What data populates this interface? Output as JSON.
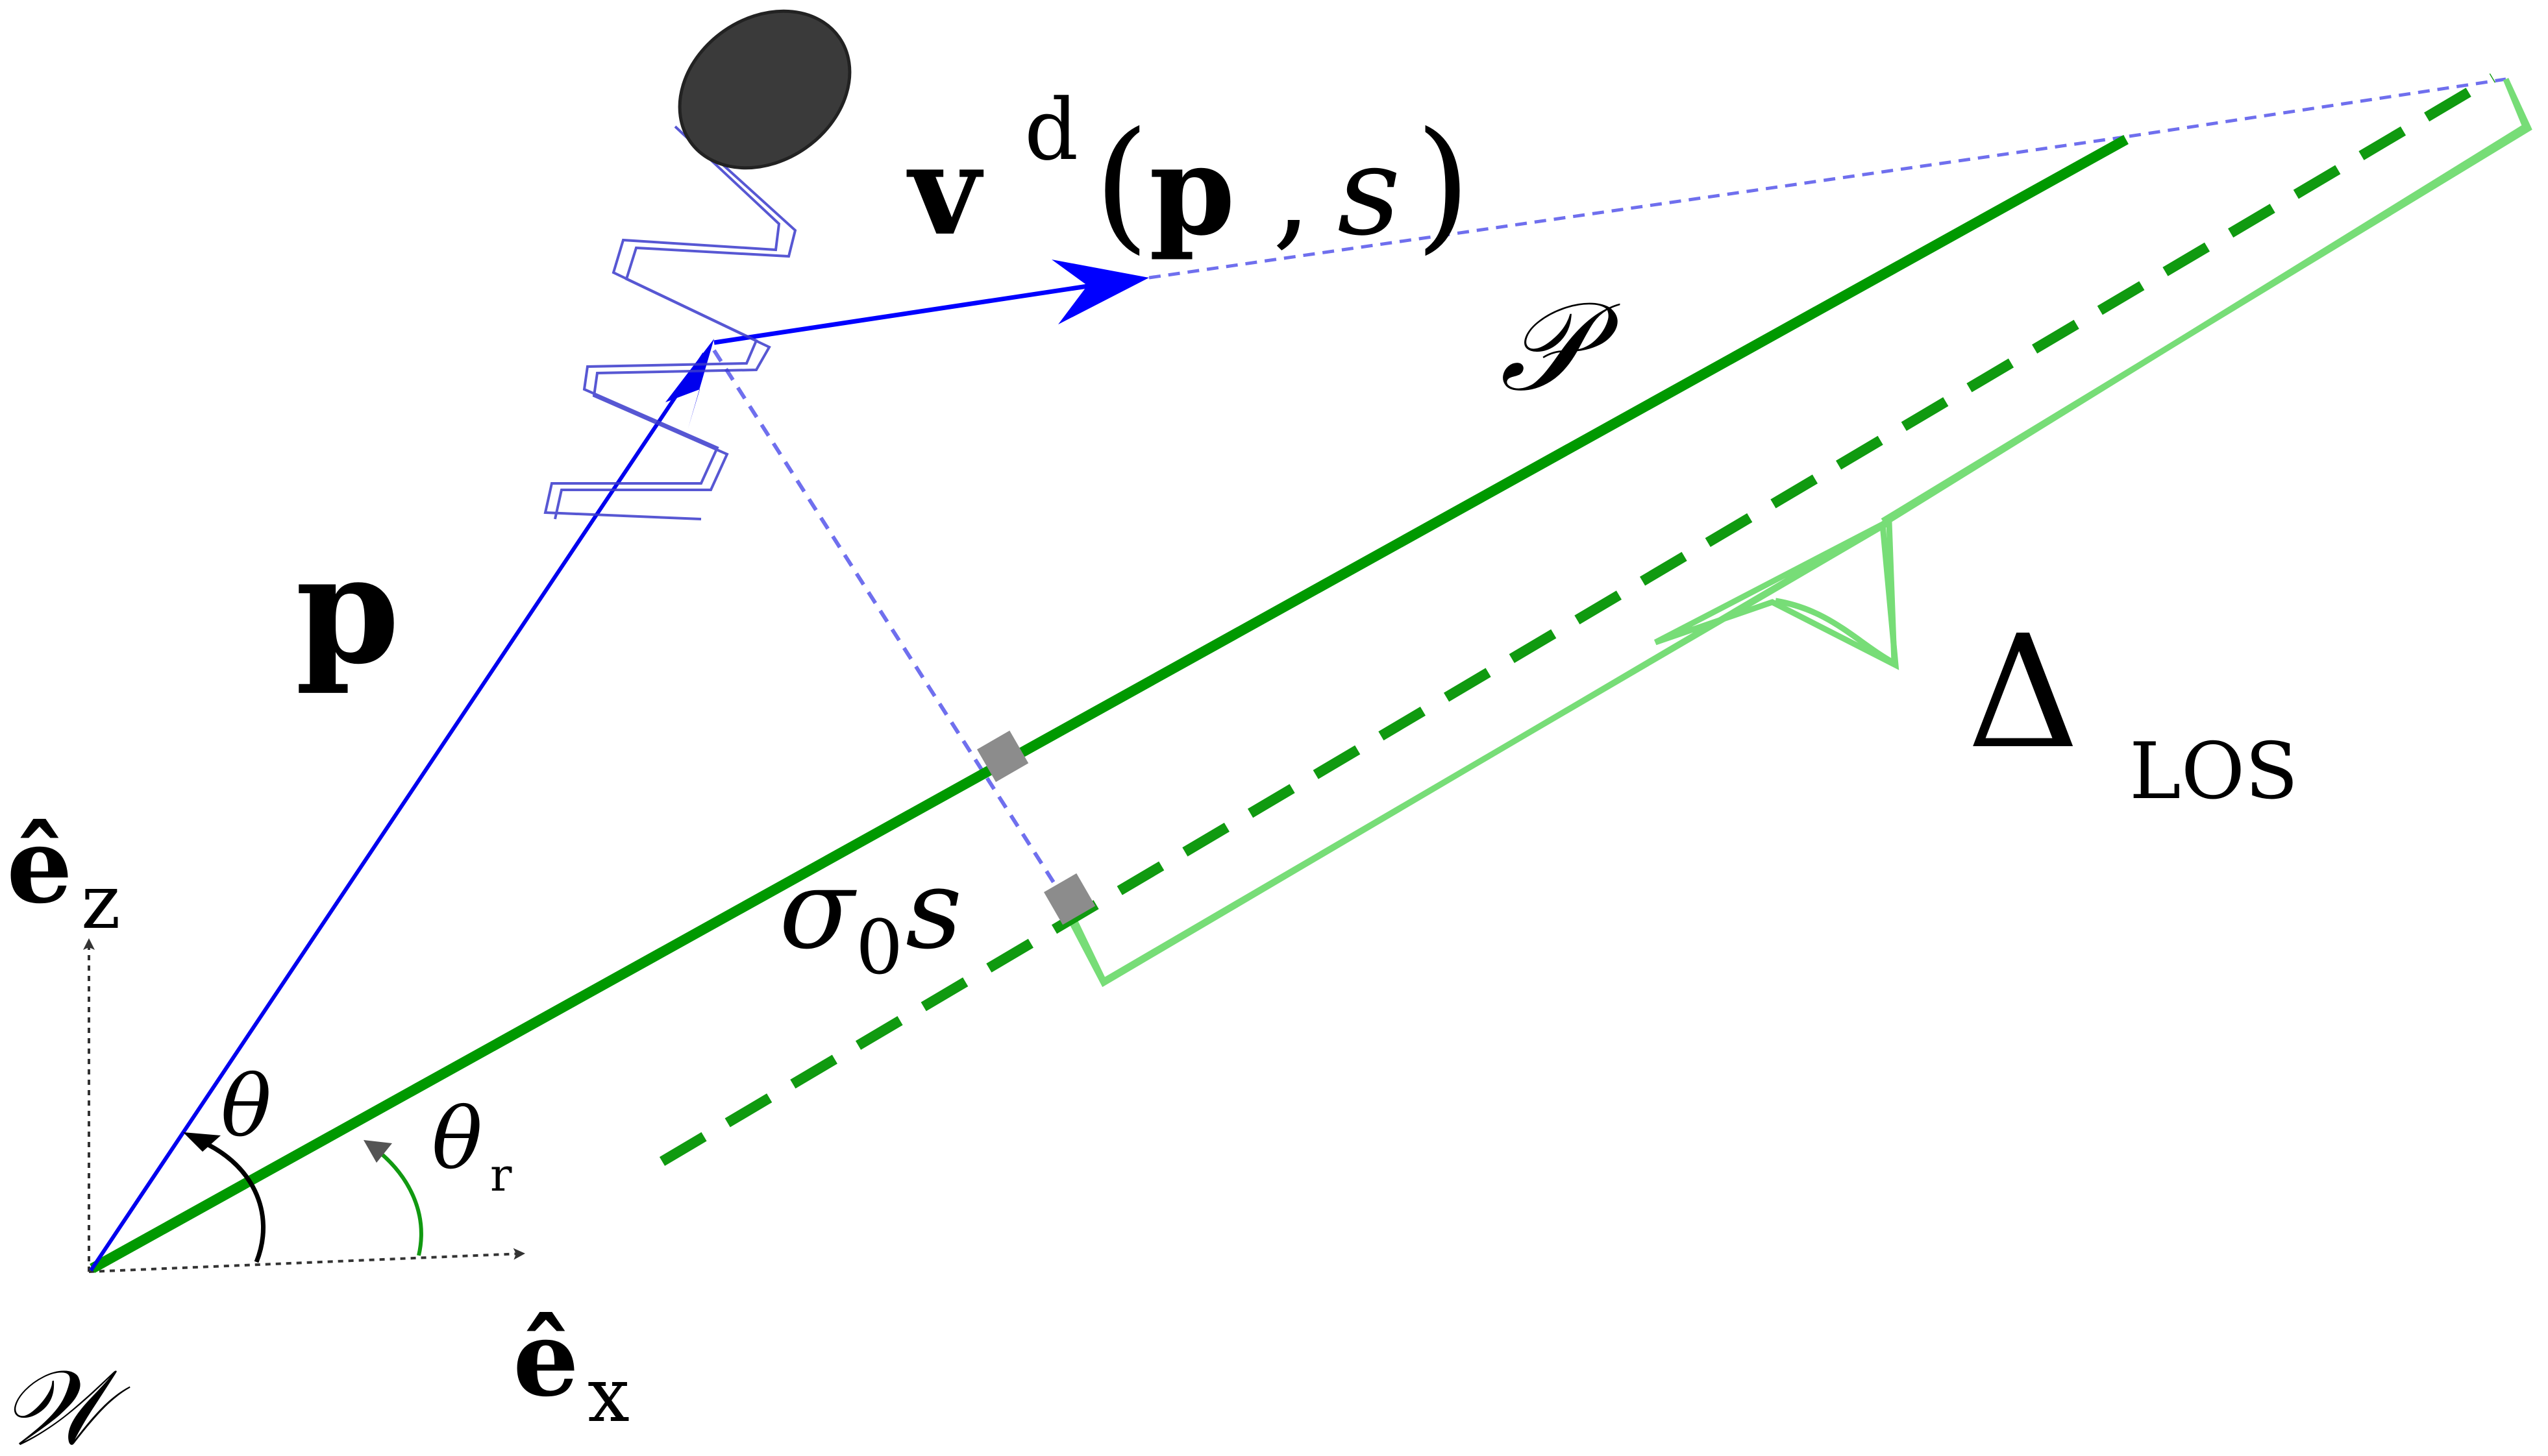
{
  "labels": {
    "velocity": {
      "symbol": "v",
      "superscript": "d",
      "open_paren": "(",
      "arg_p": "p",
      "comma": ",",
      "arg_s": "s",
      "close_paren": ")"
    },
    "path": "𝒫",
    "position": "p",
    "delta": {
      "symbol": "Δ",
      "subscript": "LOS"
    },
    "sigma": {
      "symbol": "σ",
      "subscript": "0",
      "suffix": "s"
    },
    "axis_z": {
      "symbol": "ê",
      "subscript": "z"
    },
    "axis_x": {
      "symbol": "ê",
      "subscript": "x"
    },
    "theta": "θ",
    "theta_r": {
      "symbol": "θ",
      "subscript": "r"
    },
    "world_frame": "𝒲"
  },
  "colors": {
    "position_vector": "#0000ee",
    "velocity_vector": "#0000ff",
    "projection_dashed": "#6f6fee",
    "path_line": "#009900",
    "los_dashed": "#109a10",
    "brace": "#77dd77",
    "right_angle_marker": "#8c8c8c",
    "drone_body": "#3a3a3a",
    "spring": "#3a3acc",
    "axes": "#333333",
    "theta_arc": "#000000",
    "theta_r_arc": "#119911"
  }
}
